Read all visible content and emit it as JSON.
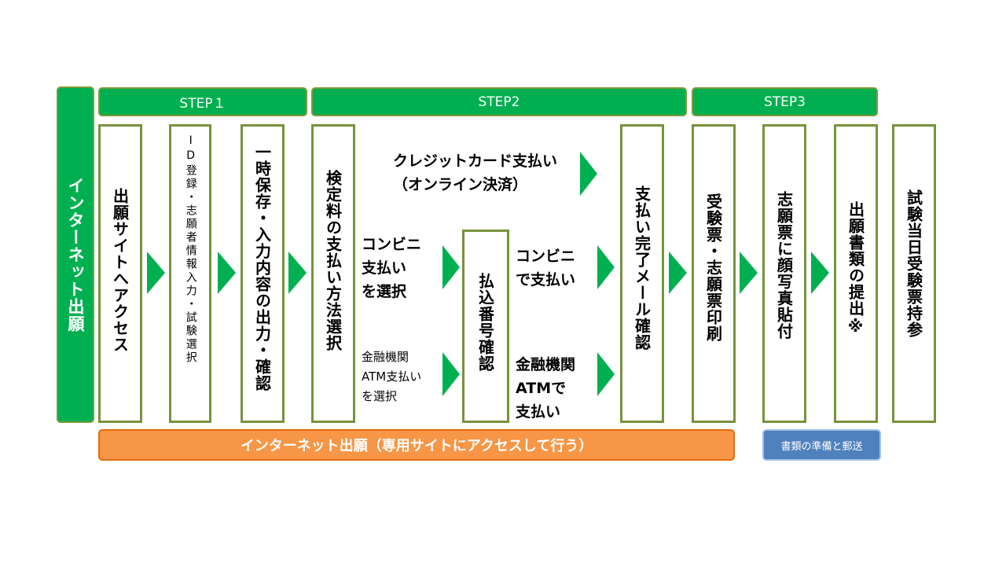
{
  "left_label": "インターネット出願",
  "steps": {
    "step1": "STEP１",
    "step2": "STEP2",
    "step3": "STEP3"
  },
  "boxes": {
    "access_site": "出願サイトへアクセス",
    "id_register": "ID登録・志願者情報入力・試験選択",
    "save_print": "一時保存・入力内容の出力・確認",
    "payment_select": "検定料の支払い方法選択",
    "payment_number": "払込番号確認",
    "payment_mail": "支払い完了メール確認",
    "print_ticket": "受験票・志願票印刷",
    "photo": "志願票に顔写真貼付",
    "submit": "出願書類の提出※",
    "exam_day": "試験当日受験票持参"
  },
  "payment_options": {
    "credit": "クレジットカード支払い\n（オンライン決済）",
    "convenience_select": "コンビニ\n支払い\nを選択",
    "atm_select": "金融機関\nATM支払い\nを選択",
    "convenience_pay": "コンビニ\nで支払い",
    "atm_pay": "金融機関\nATMで\n支払い"
  },
  "bottom": {
    "internet": "インターネット出願（専用サイトにアクセスして行う）",
    "mail": "書類の準備と郵送"
  }
}
